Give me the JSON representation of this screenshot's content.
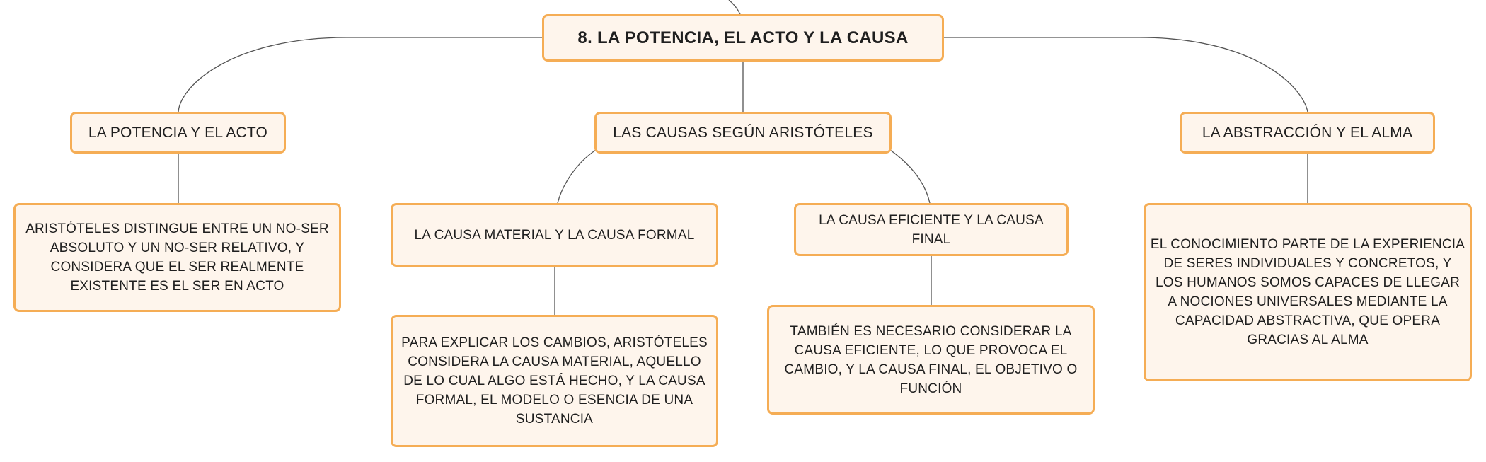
{
  "diagram": {
    "root": {
      "text": "8. LA POTENCIA, EL ACTO Y LA CAUSA"
    },
    "branch_potencia": {
      "title": "LA POTENCIA Y EL ACTO",
      "detail": "ARISTÓTELES DISTINGUE ENTRE UN NO-SER ABSOLUTO Y UN NO-SER RELATIVO, Y CONSIDERA QUE EL SER REALMENTE EXISTENTE ES EL SER EN ACTO"
    },
    "branch_causas": {
      "title": "LAS CAUSAS SEGÚN ARISTÓTELES",
      "material_formal": {
        "title": "LA CAUSA MATERIAL Y LA CAUSA FORMAL",
        "detail": "PARA EXPLICAR LOS CAMBIOS, ARISTÓTELES CONSIDERA LA CAUSA MATERIAL, AQUELLO DE LO CUAL ALGO ESTÁ HECHO, Y LA CAUSA FORMAL, EL MODELO O ESENCIA DE UNA SUSTANCIA"
      },
      "eficiente_final": {
        "title": "LA CAUSA EFICIENTE Y LA CAUSA FINAL",
        "detail": "TAMBIÉN ES NECESARIO CONSIDERAR LA CAUSA EFICIENTE, LO QUE PROVOCA EL CAMBIO, Y LA CAUSA FINAL, EL OBJETIVO O FUNCIÓN"
      }
    },
    "branch_abstraccion": {
      "title": "LA ABSTRACCIÓN Y EL ALMA",
      "detail": "EL CONOCIMIENTO PARTE DE LA EXPERIENCIA DE SERES INDIVIDUALES Y CONCRETOS, Y LOS HUMANOS SOMOS CAPACES DE LLEGAR A NOCIONES UNIVERSALES MEDIANTE LA CAPACIDAD ABSTRACTIVA, QUE OPERA GRACIAS AL ALMA"
    }
  },
  "colors": {
    "node_fill": "#fef5ec",
    "node_border": "#f5ad55",
    "connector": "#555555"
  }
}
